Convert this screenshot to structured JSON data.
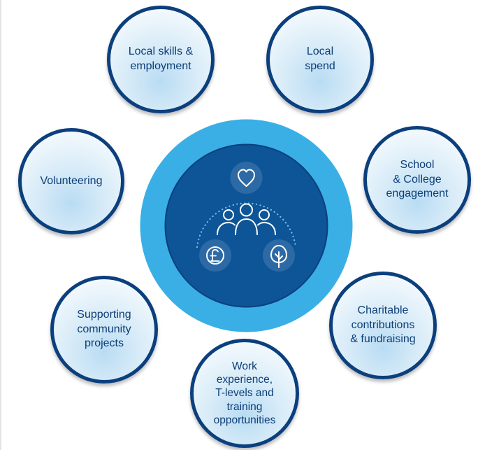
{
  "diagram": {
    "colors": {
      "navy": "#0b3f7d",
      "hub_inner": "#0d5596",
      "hub_outer": "#3aafe5",
      "bubble_fill": "#d9ecf8",
      "text": "#0c3e78"
    },
    "center": {
      "icons": [
        "heart-icon",
        "people-icon",
        "pound-sterling-icon",
        "tree-icon"
      ]
    },
    "bubbles": {
      "local_skills": "Local skills &\nemployment",
      "local_spend": "Local\nspend",
      "volunteering": "Volunteering",
      "school": "School\n& College\nengagement",
      "community": "Supporting\ncommunity\nprojects",
      "charitable": "Charitable\ncontributions\n& fundraising",
      "work": "Work\nexperience,\nT-levels and\ntraining\nopportunities"
    }
  }
}
